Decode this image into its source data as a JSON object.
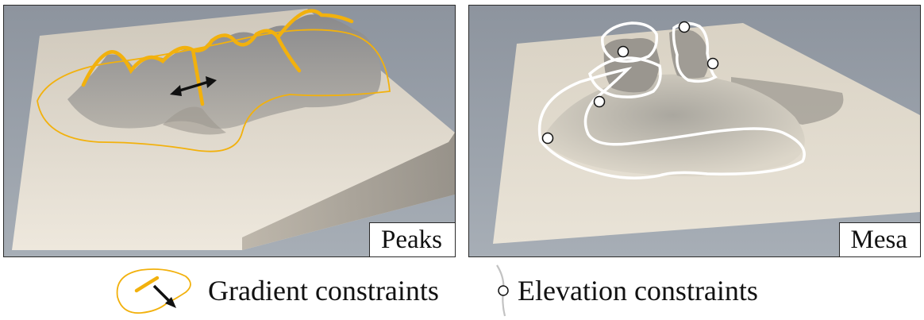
{
  "panels": [
    {
      "id": "peaks",
      "label": "Peaks"
    },
    {
      "id": "mesa",
      "label": "Mesa"
    }
  ],
  "legend": {
    "gradient_label": "Gradient constraints",
    "elevation_label": "Elevation constraints"
  },
  "colors": {
    "gradient_constraint": "#f2b10d",
    "elevation_constraint": "#ffffff",
    "arrow": "#111111",
    "terrain": "#e8e1d4"
  }
}
